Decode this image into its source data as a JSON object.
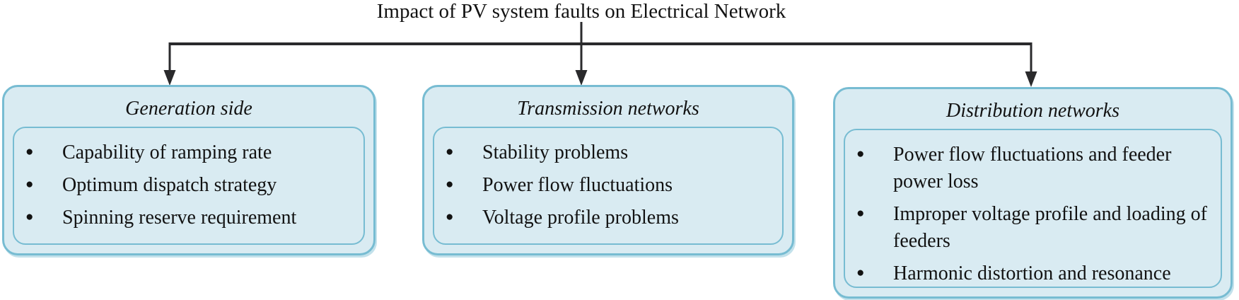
{
  "diagram": {
    "title": "Impact of PV system faults on Electrical Network",
    "bullet_glyph": "●",
    "colors": {
      "box_fill": "#d9ebf2",
      "box_border": "#77bcd2",
      "connector": "#2a2a2c",
      "text": "#121212",
      "background": "#ffffff"
    },
    "branches": [
      {
        "header": "Generation side",
        "items": [
          "Capability of ramping rate",
          "Optimum dispatch strategy",
          "Spinning reserve requirement"
        ]
      },
      {
        "header": "Transmission networks",
        "items": [
          "Stability problems",
          "Power flow fluctuations",
          "Voltage profile problems"
        ]
      },
      {
        "header": "Distribution networks",
        "items": [
          "Power flow fluctuations and feeder power loss",
          "Improper voltage profile and loading of feeders",
          "Harmonic distortion and resonance"
        ]
      }
    ]
  }
}
